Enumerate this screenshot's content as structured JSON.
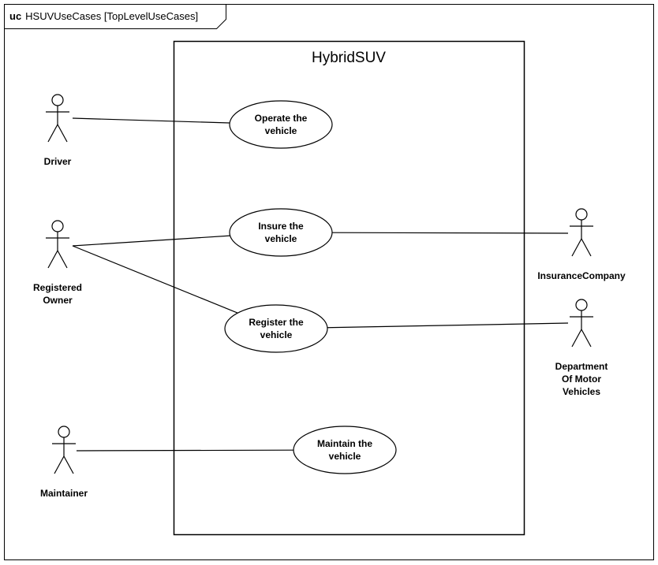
{
  "frame": {
    "kind": "uc",
    "name": "HSUVUseCases [TopLevelUseCases]"
  },
  "system": {
    "title": "HybridSUV"
  },
  "actors": [
    {
      "id": "driver",
      "lines": [
        "Driver"
      ]
    },
    {
      "id": "registered-owner",
      "lines": [
        "Registered",
        "Owner"
      ]
    },
    {
      "id": "maintainer",
      "lines": [
        "Maintainer"
      ]
    },
    {
      "id": "insurance-company",
      "lines": [
        "InsuranceCompany"
      ]
    },
    {
      "id": "dmv",
      "lines": [
        "Department",
        "Of Motor",
        "Vehicles"
      ]
    }
  ],
  "use_cases": [
    {
      "id": "operate",
      "lines": [
        "Operate the",
        "vehicle"
      ]
    },
    {
      "id": "insure",
      "lines": [
        "Insure the",
        "vehicle"
      ]
    },
    {
      "id": "register",
      "lines": [
        "Register the",
        "vehicle"
      ]
    },
    {
      "id": "maintain",
      "lines": [
        "Maintain the",
        "vehicle"
      ]
    }
  ],
  "associations": [
    {
      "actor": "driver",
      "use_case": "operate"
    },
    {
      "actor": "registered-owner",
      "use_case": "insure"
    },
    {
      "actor": "registered-owner",
      "use_case": "register"
    },
    {
      "actor": "insurance-company",
      "use_case": "insure"
    },
    {
      "actor": "dmv",
      "use_case": "register"
    },
    {
      "actor": "maintainer",
      "use_case": "maintain"
    }
  ]
}
